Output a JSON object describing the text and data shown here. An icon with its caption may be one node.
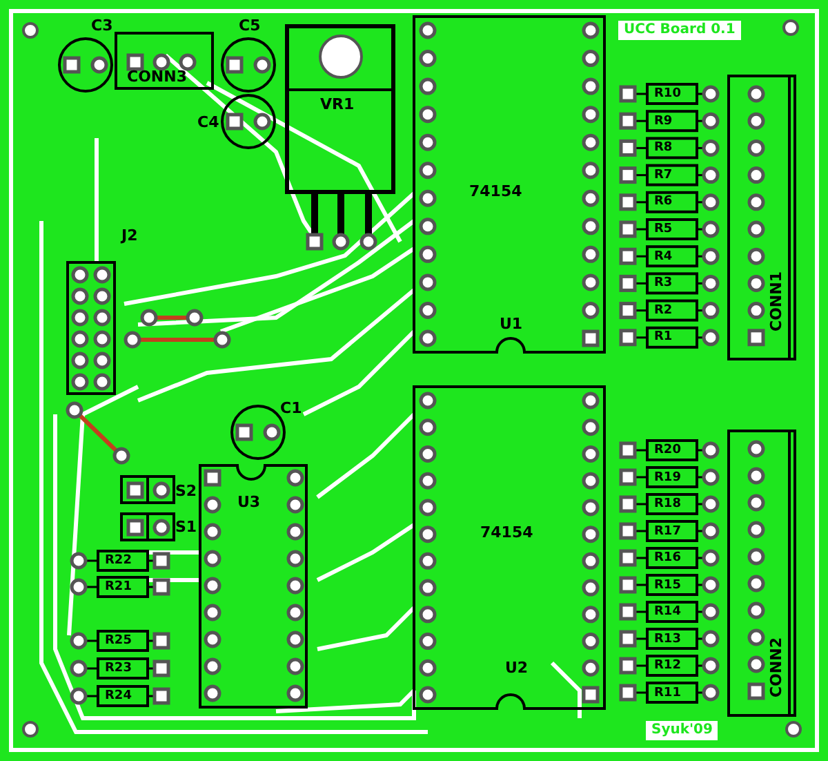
{
  "diagram": {
    "labels": [
      "UCC Board 0.1",
      "C3",
      "C5",
      "CONN3",
      "VR1",
      "C4",
      "J2",
      "74154",
      "U1",
      "CONN1",
      "R10",
      "R9",
      "R8",
      "R7",
      "R6",
      "R5",
      "R4",
      "R3",
      "R2",
      "R1",
      "C1",
      "S2",
      "U3",
      "S1",
      "R22",
      "R21",
      "R25",
      "R23",
      "R24",
      "74154",
      "U2",
      "R20",
      "R19",
      "R18",
      "R17",
      "R16",
      "R15",
      "R14",
      "R13",
      "R12",
      "R11",
      "CONN2",
      "Syuk'09"
    ]
  }
}
